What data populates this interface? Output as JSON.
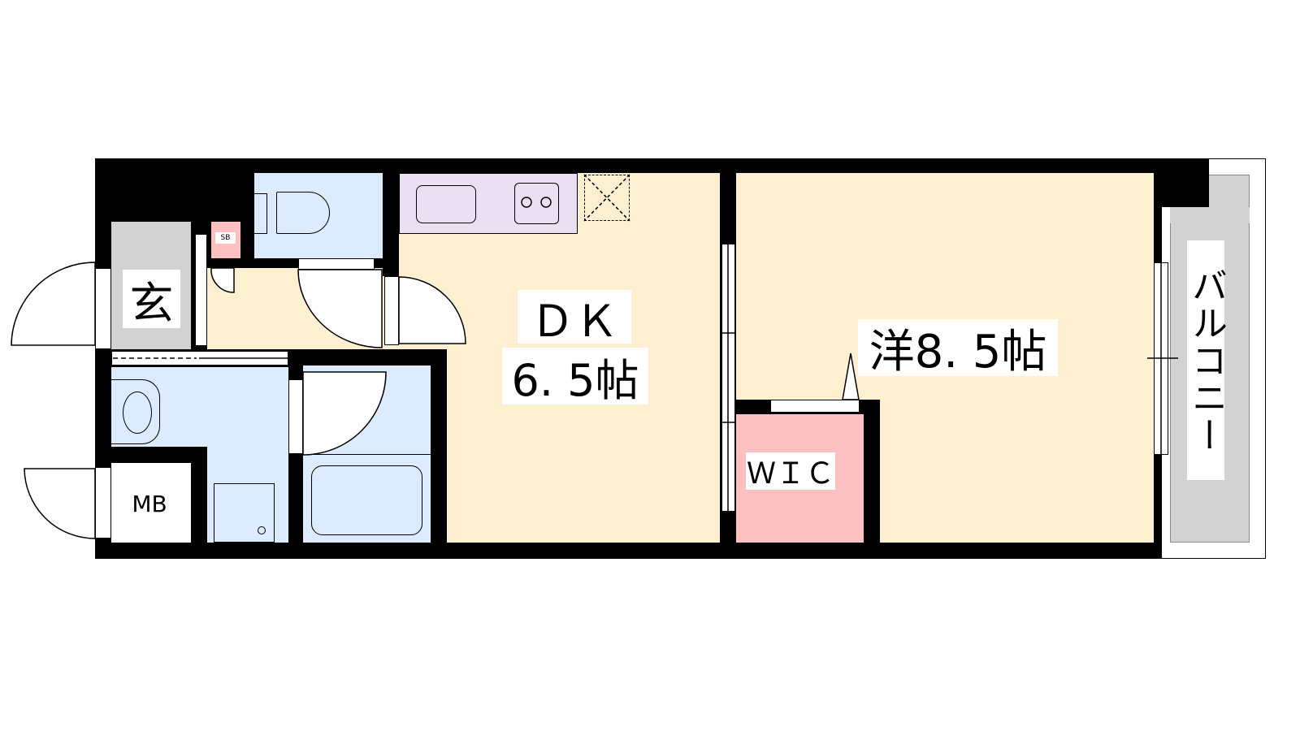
{
  "rooms": {
    "entrance": "玄",
    "shoe_box": "SB",
    "meter_box": "MB",
    "dining_kitchen": {
      "name": "ＤＫ",
      "size": "6. 5帖"
    },
    "western_room": "洋8. 5帖",
    "walk_in_closet": "ＷＩＣ",
    "balcony": "バルコニー"
  },
  "colors": {
    "wall": "#000000",
    "floor": "#fdf0d0",
    "wet_area": "#dcebfd",
    "kitchen": "#ebdff4",
    "closet": "#fdc0c0",
    "entrance_balcony": "#d2d2d2"
  }
}
